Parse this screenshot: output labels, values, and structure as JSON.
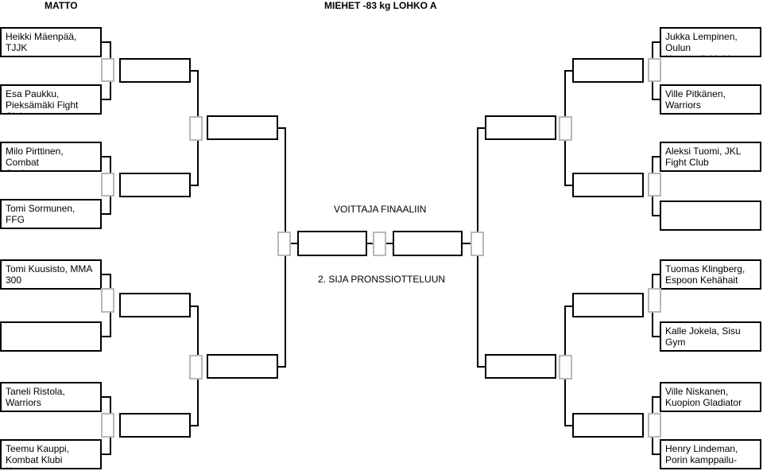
{
  "header": {
    "mat": "MATTO",
    "title": "MIEHET -83 kg LOHKO A"
  },
  "labels": {
    "winner": "VOITTAJA FINAALIIN",
    "second": "2. SIJA PRONSSIOTTELUUN"
  },
  "left": [
    "Heikki Mäenpää, TJJK",
    "Esa Paukku,\nPieksämäki Fight Club",
    "Milo Pirttinen, Combat\nSociety",
    "Tomi Sormunen, FFG",
    "Tomi Kuusisto, MMA\n300",
    "",
    "Taneli Ristola,\nWarriors",
    "Teemu Kauppi,\nKombat Klubi Kouvola"
  ],
  "right": [
    "Jukka Lempinen,\nOulun Kamppailuklubi",
    "Ville Pitkänen,\nWarriors",
    "Aleksi Tuomi, JKL\nFight Club",
    "",
    "Tuomas Klingberg,\nEspoon Kehähait",
    "Kalle Jokela, Sisu\nGym",
    "Ville Niskanen,\nKuopion Gladiator",
    "Henry Lindeman,\nPorin kamppailu-"
  ]
}
